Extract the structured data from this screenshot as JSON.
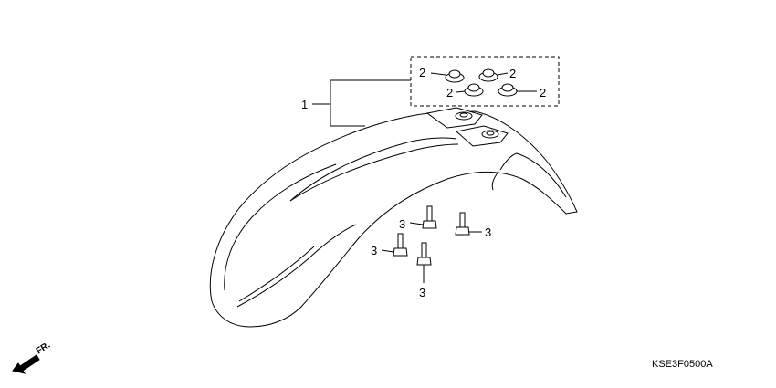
{
  "callouts": {
    "fender": "1",
    "nut_a": "2",
    "nut_b": "2",
    "nut_c": "2",
    "nut_d": "2",
    "bolt_a": "3",
    "bolt_b": "3",
    "bolt_c": "3",
    "bolt_d": "3"
  },
  "direction_label": "FR.",
  "diagram_code": "KSE3F0500A"
}
